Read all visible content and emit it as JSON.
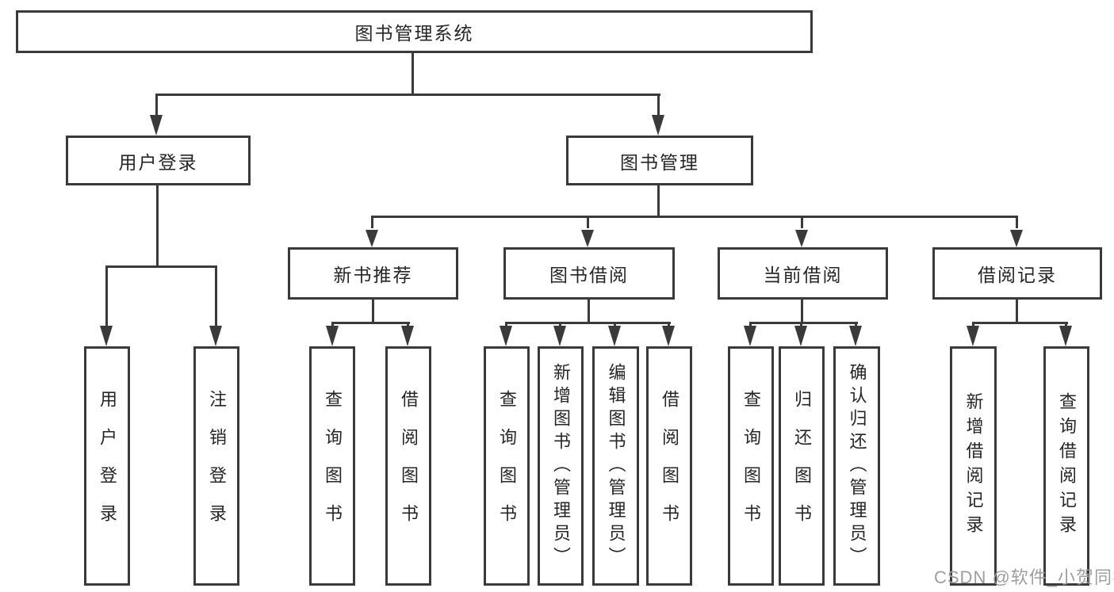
{
  "diagram": {
    "title": "图书管理系统",
    "level2": [
      {
        "label": "用户登录"
      },
      {
        "label": "图书管理"
      }
    ],
    "level3": [
      {
        "label": "新书推荐"
      },
      {
        "label": "图书借阅"
      },
      {
        "label": "当前借阅"
      },
      {
        "label": "借阅记录"
      }
    ],
    "level4": {
      "user_login": [
        "用户登录",
        "注销登录"
      ],
      "new_book": [
        "查询图书",
        "借阅图书"
      ],
      "book_borrow": [
        "查询图书",
        "新增图书（管理员）",
        "编辑图书（管理员）",
        "借阅图书"
      ],
      "current_borrow": [
        "查询图书",
        "归还图书",
        "确认归还（管理员）"
      ],
      "borrow_record": [
        "新增借阅记录",
        "查询借阅记录"
      ]
    }
  },
  "watermark": "CSDN @软件_小贺同学",
  "colors": {
    "line": "#3a3a3a",
    "text": "#262626",
    "watermark": "#9e9e9e",
    "background": "#ffffff"
  }
}
